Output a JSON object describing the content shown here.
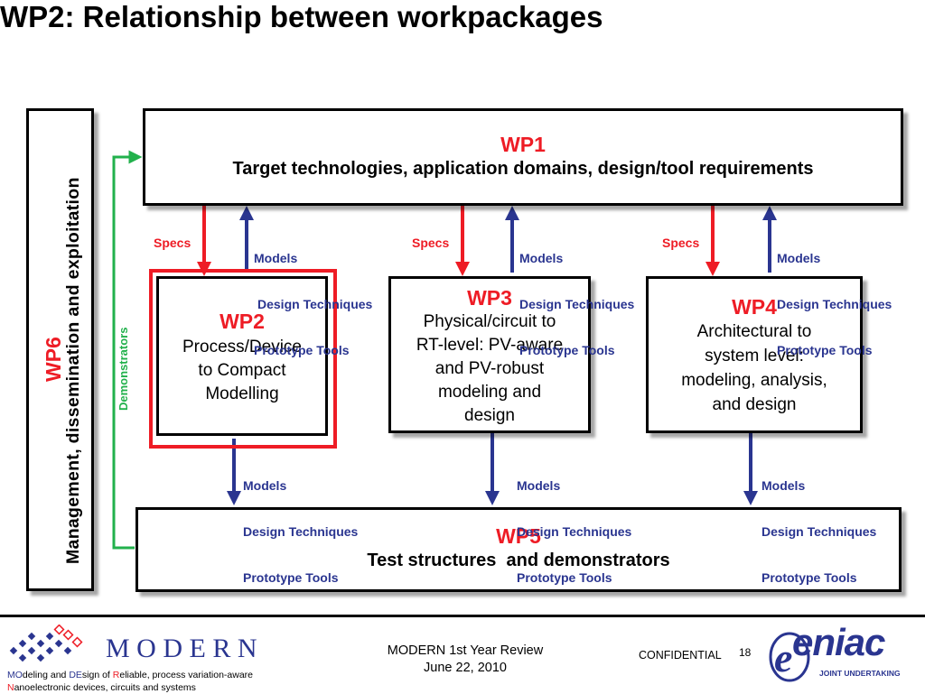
{
  "title": "WP2: Relationship between workpackages",
  "wp1": {
    "id": "WP1",
    "desc": "Target technologies, application domains, design/tool requirements"
  },
  "wp2": {
    "id": "WP2",
    "desc": [
      "Process/Device",
      "to Compact",
      "Modelling"
    ]
  },
  "wp3": {
    "id": "WP3",
    "desc": [
      "Physical/circuit to",
      "RT-level: PV-aware",
      "and PV-robust",
      "modeling and",
      "design"
    ]
  },
  "wp4": {
    "id": "WP4",
    "desc": [
      "Architectural to",
      "system level:",
      "modeling, analysis,",
      "and design"
    ]
  },
  "wp5": {
    "id": "WP5",
    "desc": "Test structures  and demonstrators"
  },
  "wp6": {
    "id": "WP6",
    "desc": "Management, dissemination and exploitation"
  },
  "demonstrators": "Demonstrators",
  "specs": "Specs",
  "links": {
    "models": "Models",
    "design_techniques": "Design Techniques",
    "prototype_tools": "Prototype Tools"
  },
  "footer": {
    "brand": "M O D E R N",
    "tagline_line1_parts": [
      "MO",
      "deling and ",
      "DE",
      "sign of ",
      "R",
      "eliable, process variation-aware"
    ],
    "tagline_line2_parts": [
      "N",
      "anoelectronic devices, circuits and systems"
    ],
    "review": "MODERN 1st Year Review",
    "date": "June 22, 2010",
    "confidential": "CONFIDENTIAL",
    "page": "18",
    "eniac_logo": "eniac",
    "eniac_sub": "JOINT UNDERTAKING"
  },
  "colors": {
    "red": "#ee1c25",
    "blue": "#2a3590",
    "green": "#22b14c"
  }
}
